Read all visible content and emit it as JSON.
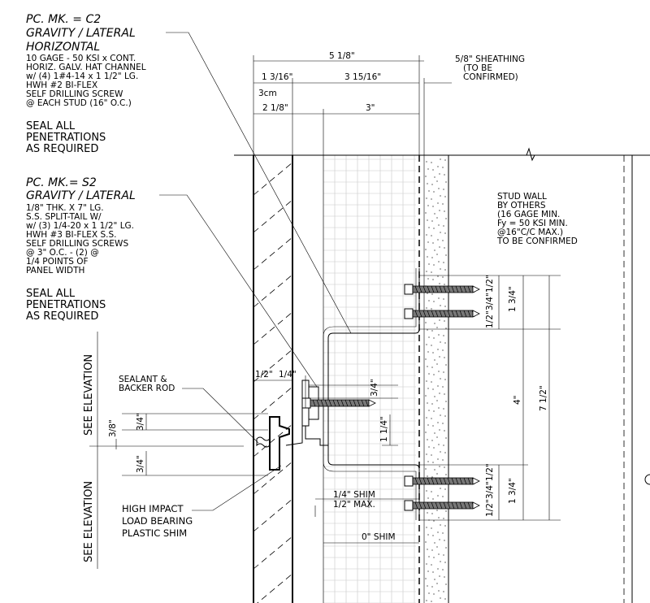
{
  "piece_c2": {
    "mark": "PC. MK. = C2",
    "type_line1": "GRAVITY / LATERAL",
    "type_line2": "HORIZONTAL",
    "desc": [
      "10 GAGE - 50 KSI x CONT.",
      "HORIZ. GALV. HAT CHANNEL",
      "w/ (4) 1#4-14 x 1 1/2\" LG.",
      "HWH #2 BI-FLEX",
      "SELF DRILLING SCREW",
      "@ EACH STUD (16\" O.C.)"
    ]
  },
  "seal_note_1": [
    "SEAL ALL",
    "PENETRATIONS",
    "AS REQUIRED"
  ],
  "piece_s2": {
    "mark": "PC. MK.= S2",
    "type_line1": "GRAVITY / LATERAL",
    "desc": [
      "1/8\" THK. X 7\" LG.",
      "S.S. SPLIT-TAIL W/",
      "w/ (3) 1/4-20 x 1 1/2\" LG.",
      "HWH #3 BI-FLEX S.S.",
      "SELF DRILLING SCREWS",
      "@ 3\" O.C. - (2) @",
      "1/4 POINTS OF",
      "PANEL WIDTH"
    ]
  },
  "seal_note_2": [
    "SEAL ALL",
    "PENETRATIONS",
    "AS REQUIRED"
  ],
  "sheathing_note": [
    "5/8\" SHEATHING",
    "(TO BE",
    "CONFIRMED)"
  ],
  "stud_wall_note": [
    "STUD WALL",
    "BY OTHERS",
    "(16 GAGE MIN.",
    "Fy = 50 KSI MIN.",
    "@16\"C/C MAX.)",
    "TO BE CONFIRMED"
  ],
  "sealant_note": [
    "SEALANT &",
    "BACKER ROD"
  ],
  "shim_note": [
    "HIGH IMPACT",
    "LOAD BEARING",
    "PLASTIC SHIM"
  ],
  "shim_max_note": [
    "1/4\" SHIM",
    "1/2\" MAX."
  ],
  "zero_shim": "0\" SHIM",
  "see_elevation": "SEE ELEVATION",
  "dims": {
    "overall": "5 1/8\"",
    "d_13_16": "1 3/16\"",
    "d_3_15_16": "3 15/16\"",
    "d_3cm": "3cm",
    "d_2_1_8": "2 1/8\"",
    "d_3": "3\"",
    "half": "1/2\"",
    "quarter": "1/4\"",
    "three_quarter": "3/4\"",
    "three_eighth": "3/8\"",
    "one_quarter": "1 1/4\"",
    "one_three_quarter": "1 3/4\"",
    "four": "4\"",
    "seven_half": "7 1/2\""
  }
}
